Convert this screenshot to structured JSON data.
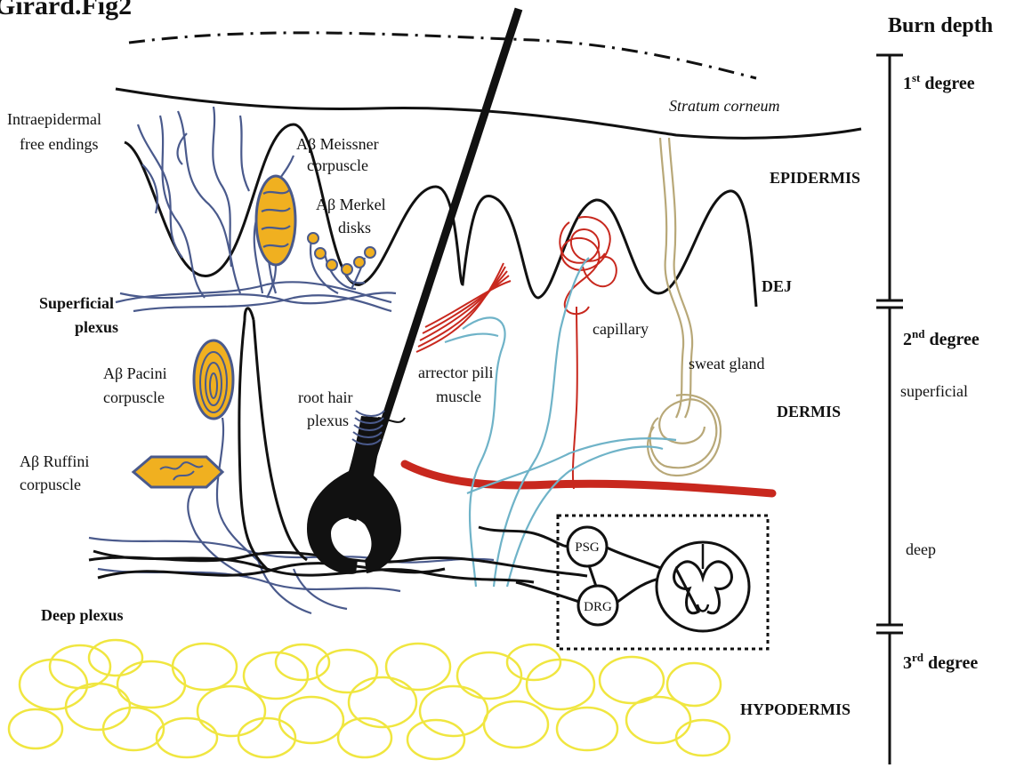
{
  "figure_title": "Girard.Fig2",
  "burn_depth": {
    "heading": "Burn depth",
    "first_degree": {
      "num": "1",
      "sup": "st",
      "word": " degree"
    },
    "second_degree": {
      "num": "2",
      "sup": "nd",
      "word": " degree"
    },
    "third_degree": {
      "num": "3",
      "sup": "rd",
      "word": " degree"
    },
    "superficial": "superficial",
    "deep": "deep"
  },
  "layers": {
    "epidermis": "EPIDERMIS",
    "dej": "DEJ",
    "dermis": "DERMIS",
    "hypodermis": "HYPODERMIS"
  },
  "labels": {
    "stratum_corneum": "Stratum corneum",
    "intraepidermal_line1": "Intraepidermal",
    "intraepidermal_line2": "free endings",
    "meissner_line1": "Aβ Meissner",
    "meissner_line2": "corpuscle",
    "merkel_line1": "Aβ Merkel",
    "merkel_line2": "disks",
    "superficial_plexus_line1": "Superficial",
    "superficial_plexus_line2": "plexus",
    "pacini_line1": "Aβ Pacini",
    "pacini_line2": "corpuscle",
    "ruffini_line1": "Aβ Ruffini",
    "ruffini_line2": "corpuscle",
    "root_hair_line1": "root hair",
    "root_hair_line2": "plexus",
    "arrector_line1": "arrector pili",
    "arrector_line2": "muscle",
    "capillary": "capillary",
    "sweat_gland": "sweat gland",
    "deep_plexus": "Deep plexus",
    "psg": "PSG",
    "drg": "DRG"
  },
  "colors": {
    "nerve_blue": "#4a5a8c",
    "vessel_red": "#c8281e",
    "sensory_cyan": "#6fb3c8",
    "gland_tan": "#b8a878",
    "corpuscle_orange": "#f0b020",
    "fat_yellow": "#f0e640",
    "ink": "#111111"
  }
}
